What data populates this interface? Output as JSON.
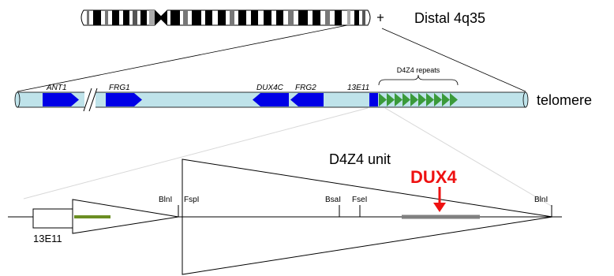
{
  "chromosome": {
    "region_label": "Distal 4q35"
  },
  "locus": {
    "genes": [
      "ANT1",
      "FRG1",
      "DUX4C",
      "FRG2",
      "13E11"
    ],
    "repeats_label": "D4Z4 repeats",
    "telomere_label": "telomere"
  },
  "unit": {
    "title": "D4Z4 unit",
    "gene_label": "DUX4",
    "probe_label": "13E11",
    "sites": [
      "BlnI",
      "FspI",
      "BsaI",
      "FseI",
      "BlnI"
    ]
  },
  "colors": {
    "gene_blue": "#0000e6",
    "locus_fill": "#bfe3ea",
    "repeat_green": "#3a9a3a",
    "dux4_red": "#ee1111",
    "bar_gray": "#808080",
    "olive": "#6b8e23"
  }
}
